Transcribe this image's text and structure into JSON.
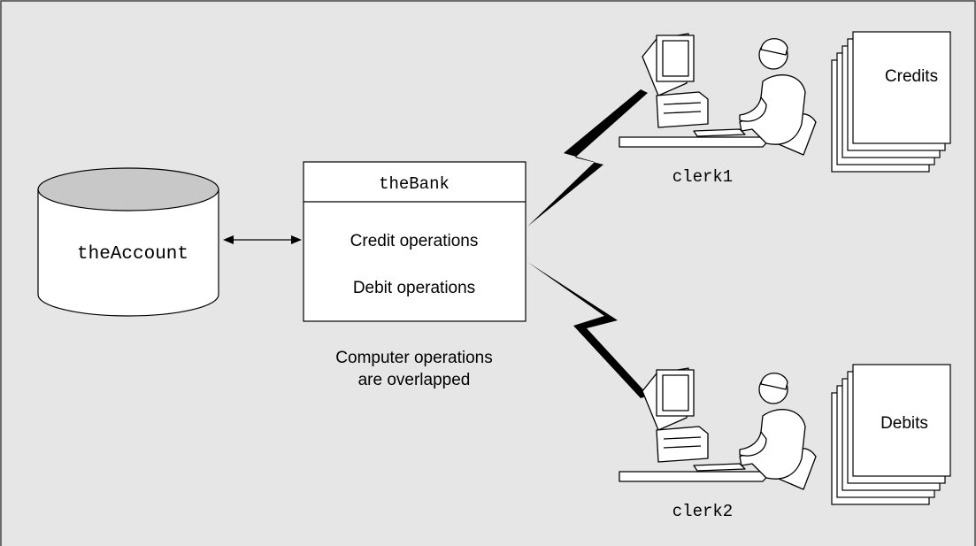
{
  "database": {
    "label": "theAccount"
  },
  "bank": {
    "title": "theBank",
    "operations": [
      "Credit operations",
      "Debit operations"
    ]
  },
  "note": {
    "lines": [
      "Computer operations",
      "are overlapped"
    ]
  },
  "clerks": [
    {
      "label": "clerk1",
      "stack_label": "Credits"
    },
    {
      "label": "clerk2",
      "stack_label": "Debits"
    }
  ],
  "colors": {
    "background": "#e6e6e6",
    "panel": "#ffffff",
    "stroke": "#000000",
    "cylinder_top": "#c8c8c8"
  }
}
